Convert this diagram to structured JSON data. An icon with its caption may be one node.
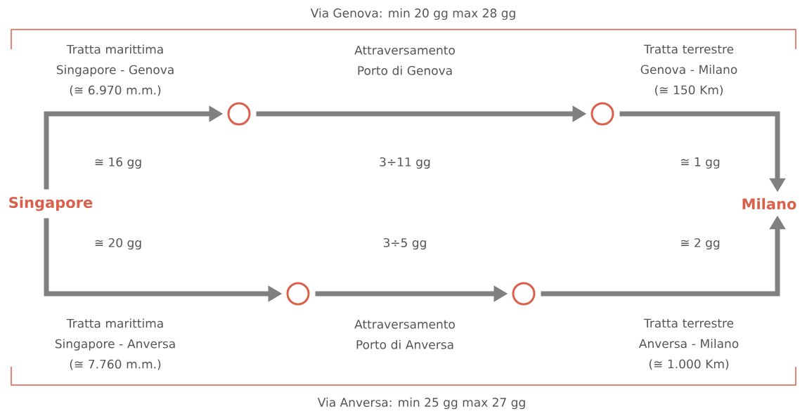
{
  "diagram": {
    "nodes": [
      {
        "text": [
          "Singapore"
        ]
      },
      {
        "text": [
          "Milano"
        ]
      },
      {
        "text": [],
        "shape": "circle"
      },
      {
        "text": [],
        "shape": "circle"
      },
      {
        "text": [],
        "shape": "circle"
      },
      {
        "text": [],
        "shape": "circle"
      }
    ],
    "edges": [
      {
        "from": 0,
        "to": 2,
        "arrow": "to"
      },
      {
        "from": 2,
        "to": 3,
        "arrow": "to"
      },
      {
        "from": 3,
        "to": 1,
        "arrow": "to"
      },
      {
        "from": 0,
        "to": 4,
        "arrow": "to"
      },
      {
        "from": 4,
        "to": 5,
        "arrow": "to"
      },
      {
        "from": 5,
        "to": 1,
        "arrow": "to"
      }
    ],
    "labels": [
      "Via Genova: min 20 gg max 28 gg",
      "Tratta marittima Singapore - Genova (≅ 6.970 m.m.)",
      "Attraversamento Porto di Genova",
      "Tratta terrestre Genova - Milano (≅ 150 Km)",
      "≅ 16 gg",
      "3÷11 gg",
      "≅ 1 gg",
      "≅ 20 gg",
      "3÷5 gg",
      "≅ 2 gg",
      "Tratta marittima Singapore - Anversa (≅ 7.760 m.m.)",
      "Attraversamento Porto di Anversa",
      "Tratta terrestre Anversa - Milano (≅ 1.000 Km)",
      "Via Anversa: min 25 gg max 27 gg"
    ]
  }
}
